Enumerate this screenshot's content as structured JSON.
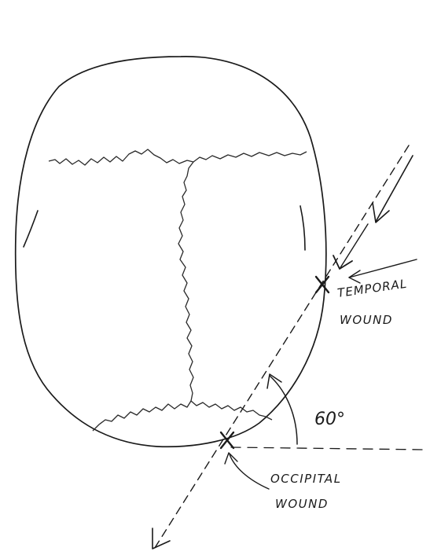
{
  "labels": {
    "temporal_line1": "TEMPORAL",
    "temporal_line2": "WOUND",
    "occipital_line1": "OCCIPITAL",
    "occipital_line2": "WOUND",
    "angle": "60°"
  }
}
